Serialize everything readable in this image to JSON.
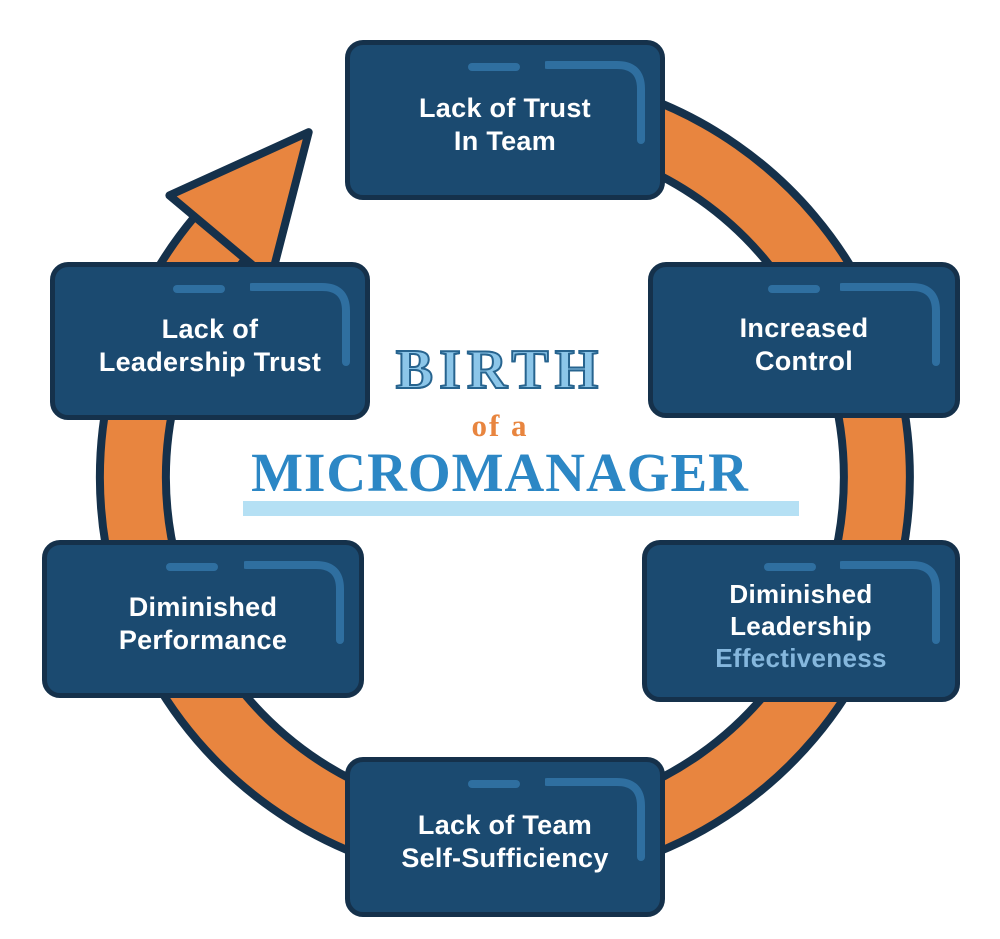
{
  "title": {
    "line1": "BIRTH",
    "line2": "of a",
    "line3": "MICROMANAGER"
  },
  "boxes": [
    {
      "id": "lack-of-trust-in-team",
      "lines": [
        "Lack of Trust",
        "In Team"
      ]
    },
    {
      "id": "increased-control",
      "lines": [
        "Increased",
        "Control"
      ]
    },
    {
      "id": "diminished-leadership-effectiveness",
      "lines": [
        "Diminished",
        "Leadership",
        "Effectiveness"
      ]
    },
    {
      "id": "lack-of-team-self-sufficiency",
      "lines": [
        "Lack of Team",
        "Self-Sufficiency"
      ]
    },
    {
      "id": "diminished-performance",
      "lines": [
        "Diminished",
        "Performance"
      ]
    },
    {
      "id": "lack-of-leadership-trust",
      "lines": [
        "Lack of",
        "Leadership Trust"
      ]
    }
  ],
  "icons": {
    "arrowhead": "clockwise-cycle-arrow"
  },
  "colors": {
    "navy": "#15314b",
    "box": "#1b4a70",
    "accent": "#2f6fa0",
    "orange": "#e8853f",
    "lightblue": "#8cc6e9",
    "midblue": "#2c87c5",
    "bar": "#b5e0f4",
    "lightsteel": "#85b7dd"
  }
}
